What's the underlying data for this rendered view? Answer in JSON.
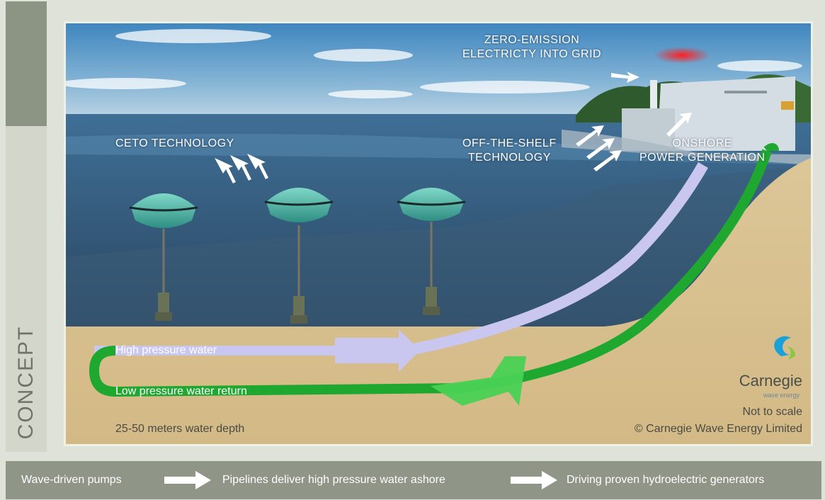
{
  "side_label": "CONCEPT",
  "labels": {
    "zero_emission_line1": "ZERO-EMISSION",
    "zero_emission_line2": "ELECTRICTY INTO GRID",
    "ceto": "CETO TECHNOLOGY",
    "off_shelf_line1": "OFF-THE-SHELF",
    "off_shelf_line2": "TECHNOLOGY",
    "onshore_line1": "ONSHORE",
    "onshore_line2": "POWER GENERATION",
    "high_pressure": "High pressure water",
    "low_pressure": "Low pressure water return",
    "depth": "25-50 meters water depth",
    "not_to_scale": "Not to scale",
    "copyright": "© Carnegie Wave Energy Limited"
  },
  "logo": {
    "name": "Carnegie",
    "tagline": "wave energy"
  },
  "process_steps": [
    "Wave-driven pumps",
    "Pipelines deliver high pressure water ashore",
    "Driving proven hydroelectric generators"
  ],
  "colors": {
    "high_pressure_pipe": "#c9c6ef",
    "low_pressure_pipe": "#1fa82f",
    "sand": "#d9c394",
    "sea": "#2f5f86",
    "buoy": "#4fb8a8"
  },
  "icons": [
    "arrow-right-icon",
    "wave-arrow-icon",
    "carnegie-logo-icon"
  ]
}
